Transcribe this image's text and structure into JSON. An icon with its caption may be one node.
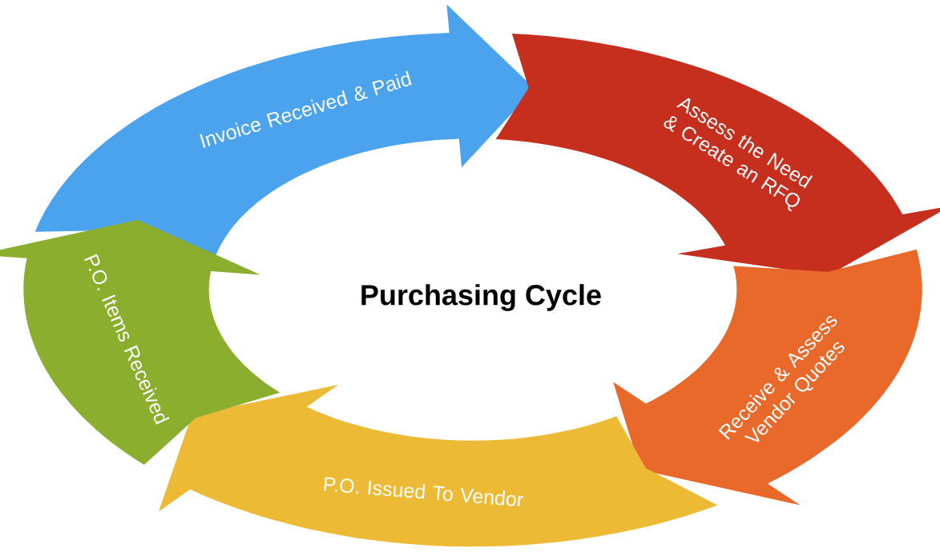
{
  "diagram": {
    "title": "Purchasing Cycle",
    "nodes": [
      {
        "text": [
          "Invoice Received & Paid"
        ]
      },
      {
        "text": [
          "Assess the Need & Create an RFQ"
        ]
      },
      {
        "text": [
          "Receive & Assess Vendor Quotes"
        ]
      },
      {
        "text": [
          "P.O. Issued To Vendor"
        ]
      },
      {
        "text": [
          "P.O. Items Received"
        ]
      }
    ]
  }
}
